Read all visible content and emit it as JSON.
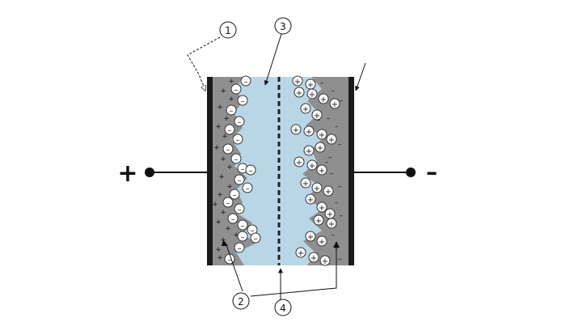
{
  "terminals": {
    "positive": "+",
    "negative": "–"
  },
  "callouts": [
    "1",
    "2",
    "3",
    "4"
  ],
  "ion_symbols": {
    "anion": "–",
    "cation": "+",
    "positive_charge": "+",
    "negative_charge": "–"
  },
  "colors": {
    "electrode": "#1a1a1a",
    "porous_layer": "#8f8f8f",
    "electrolyte": "#b9d6e6",
    "ion_stroke": "#333333",
    "separator": "#222222",
    "wire": "#111111"
  },
  "icons": [
    "electrode-plate",
    "porous-carbon-layer",
    "electrolyte-region",
    "separator-membrane",
    "anion-icon",
    "cation-icon",
    "terminal-dot-icon"
  ]
}
